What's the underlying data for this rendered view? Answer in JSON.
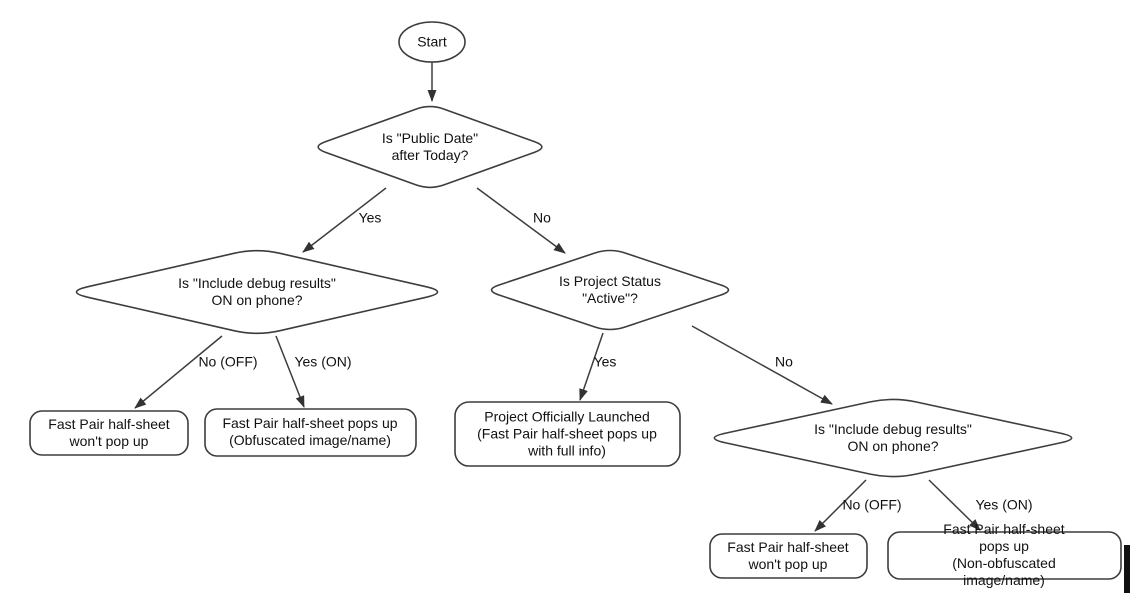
{
  "colors": {
    "canvas_background": "#ffffff",
    "shape_stroke": "#3d3d3d",
    "text": "#111111"
  },
  "nodes": {
    "start": {
      "label": "Start"
    },
    "decision_public_date": {
      "label": "Is \"Public Date\"\nafter Today?"
    },
    "decision_debug_left": {
      "label": "Is \"Include debug results\"\nON on phone?"
    },
    "decision_project_status": {
      "label": "Is Project Status\n\"Active\"?"
    },
    "decision_debug_right": {
      "label": "Is \"Include debug results\"\nON on phone?"
    },
    "outcome_no_popup_left": {
      "label": "Fast Pair half-sheet\nwon't pop up"
    },
    "outcome_obfuscated": {
      "label": "Fast Pair half-sheet pops up\n(Obfuscated image/name)"
    },
    "outcome_launched": {
      "label": "Project Officially Launched\n(Fast Pair half-sheet pops up\nwith full info)"
    },
    "outcome_no_popup_right": {
      "label": "Fast Pair half-sheet\nwon't pop up"
    },
    "outcome_non_obfuscated": {
      "label": "Fast Pair half-sheet pops up\n(Non-obfuscated image/name)"
    }
  },
  "edge_labels": {
    "public_date_yes": "Yes",
    "public_date_no": "No",
    "debug_left_no": "No (OFF)",
    "debug_left_yes": "Yes (ON)",
    "project_status_yes": "Yes",
    "project_status_no": "No",
    "debug_right_no": "No (OFF)",
    "debug_right_yes": "Yes (ON)"
  }
}
